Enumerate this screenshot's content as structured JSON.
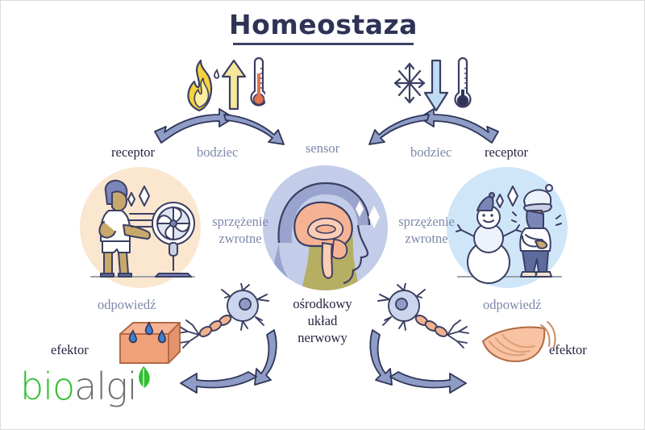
{
  "page": {
    "title": "Homeostaza",
    "bg_color": "#ffffff",
    "title_color": "#2e3356"
  },
  "palette": {
    "arrow_fill": "#8e9cc6",
    "arrow_stroke": "#2f3557",
    "label_dark": "#22253f",
    "label_blue": "#7d88ab",
    "circle_warm": "#fbe6cf",
    "circle_center": "#c3cde9",
    "circle_cold": "#cfe6f9",
    "skin_salmon": "#f2a683",
    "brain_salmon": "#f6b394",
    "hot_yellow": "#f2cf31",
    "cold_blue": "#bcdcf3",
    "logo_green": "#2fbf2f",
    "logo_gray": "#6e6e6e"
  },
  "labels": {
    "receptor_left": "receptor",
    "bodziec_left": "bodziec",
    "sensor": "sensor",
    "bodziec_right": "bodziec",
    "receptor_right": "receptor",
    "feedback_left_line1": "sprzężenie",
    "feedback_left_line2": "zwrotne",
    "feedback_right_line1": "sprzężenie",
    "feedback_right_line2": "zwrotne",
    "odpowiedz_left": "odpowiedź",
    "odpowiedz_right": "odpowiedź",
    "efektor_left": "efektor",
    "efektor_right": "efektor",
    "cns_line1": "ośrodkowy",
    "cns_line2": "układ",
    "cns_line3": "nerwowy"
  },
  "icons": {
    "hot": [
      "flame-icon",
      "up-arrow-icon",
      "thermometer-hot-icon"
    ],
    "cold": [
      "snowflake-icon",
      "down-arrow-icon",
      "thermometer-cold-icon"
    ],
    "left_scene": "person-with-fan-illustration",
    "center_scene": "head-brain-illustration",
    "right_scene": "snowman-and-bundled-person-illustration",
    "left_effector": "sweat-gland-skin-icon",
    "right_effector": "muscle-shivering-icon",
    "neuron": "neuron-icon"
  },
  "logo": {
    "part1": "bio",
    "part2": "algi",
    "leaf": "leaf-icon"
  }
}
